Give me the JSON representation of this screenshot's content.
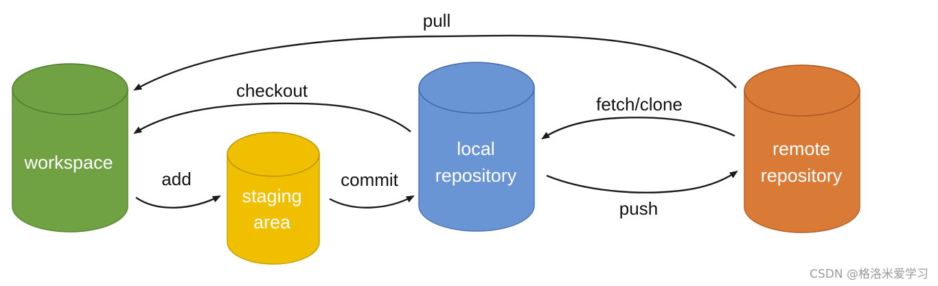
{
  "stores": {
    "workspace": {
      "label": "workspace",
      "color": "#70a244"
    },
    "staging": {
      "line1": "staging",
      "line2": "area",
      "color": "#f0c000"
    },
    "local": {
      "line1": "local",
      "line2": "repository",
      "color": "#6a95d4"
    },
    "remote": {
      "line1": "remote",
      "line2": "repository",
      "color": "#d97a37"
    }
  },
  "arrows": {
    "pull": "pull",
    "checkout": "checkout",
    "fetch_clone": "fetch/clone",
    "add": "add",
    "commit": "commit",
    "push": "push"
  },
  "watermark": "CSDN @格洛米爱学习"
}
